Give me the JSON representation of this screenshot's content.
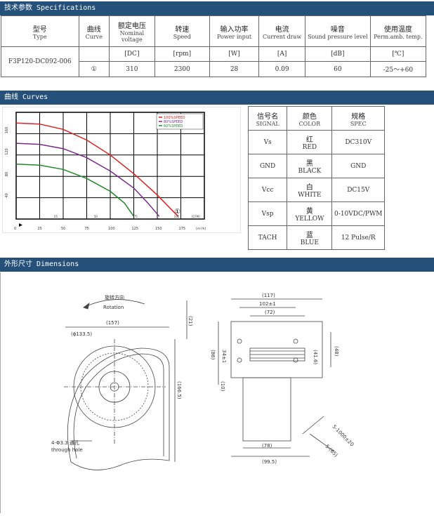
{
  "sections": {
    "specs_title": "技术参数 Specifications",
    "curves_title": "曲线 Curves",
    "dims_title": "外形尺寸 Dimensions"
  },
  "spec_table": {
    "headers": [
      {
        "cn": "型号",
        "en": "Type"
      },
      {
        "cn": "曲线",
        "en": "Curve"
      },
      {
        "cn": "额定电压",
        "en": "Nominal voltage"
      },
      {
        "cn": "转速",
        "en": "Speed"
      },
      {
        "cn": "输入功率",
        "en": "Power input"
      },
      {
        "cn": "电流",
        "en": "Current draw"
      },
      {
        "cn": "噪音",
        "en": "Sound pressure level"
      },
      {
        "cn": "使用温度",
        "en": "Perm.amb. temp."
      }
    ],
    "units": [
      "[DC]",
      "[rpm]",
      "[W]",
      "[A]",
      "[dB]",
      "[℃]"
    ],
    "row": {
      "model": "F3P120-DC092-006",
      "curve": "①",
      "voltage": "310",
      "speed": "2300",
      "power": "28",
      "current": "0.09",
      "noise": "60",
      "temp": "-25～+60"
    }
  },
  "signal_table": {
    "headers": [
      {
        "cn": "信号名",
        "en": "SIGNAL"
      },
      {
        "cn": "颜色",
        "en": "COLOR"
      },
      {
        "cn": "规格",
        "en": "SPEC"
      }
    ],
    "rows": [
      {
        "signal": "Vs",
        "color_cn": "红",
        "color_en": "RED",
        "spec": "DC310V"
      },
      {
        "signal": "GND",
        "color_cn": "黑",
        "color_en": "BLACK",
        "spec": "GND"
      },
      {
        "signal": "Vcc",
        "color_cn": "白",
        "color_en": "WHITE",
        "spec": "DC15V"
      },
      {
        "signal": "Vsp",
        "color_cn": "黄",
        "color_en": "YELLOW",
        "spec": "0-10VDC/PWM"
      },
      {
        "signal": "TACH",
        "color_cn": "蓝",
        "color_en": "BLUE",
        "spec": "12 Pulse/R"
      }
    ]
  },
  "chart_data": {
    "type": "line",
    "xlim": [
      0,
      200
    ],
    "ylim": [
      0,
      200
    ],
    "x_ticks": [
      "0",
      "25",
      "50",
      "75",
      "100",
      "125",
      "150",
      "175"
    ],
    "x_unit": "[m³/h]",
    "y_ticks": [
      "40",
      "80",
      "120",
      "160"
    ],
    "top_unit": "[CFM]",
    "top_ticks": [
      "25",
      "50",
      "75",
      "100"
    ],
    "grid": true,
    "legend": [
      "100%SPEED",
      "80%SPEED",
      "60%SPEED"
    ],
    "legend_placement": "top-right",
    "curve_marker": "①",
    "series": [
      {
        "name": "100%SPEED",
        "color": "#e02020",
        "points": [
          [
            0,
            180
          ],
          [
            25,
            178
          ],
          [
            50,
            168
          ],
          [
            75,
            148
          ],
          [
            100,
            120
          ],
          [
            125,
            85
          ],
          [
            150,
            45
          ],
          [
            172,
            5
          ]
        ]
      },
      {
        "name": "80%SPEED",
        "color": "#7b2a8c",
        "points": [
          [
            0,
            142
          ],
          [
            25,
            140
          ],
          [
            50,
            132
          ],
          [
            75,
            115
          ],
          [
            100,
            90
          ],
          [
            125,
            58
          ],
          [
            140,
            30
          ],
          [
            152,
            5
          ]
        ]
      },
      {
        "name": "60%SPEED",
        "color": "#1e8a28",
        "points": [
          [
            0,
            103
          ],
          [
            25,
            101
          ],
          [
            50,
            93
          ],
          [
            75,
            76
          ],
          [
            100,
            52
          ],
          [
            115,
            30
          ],
          [
            125,
            5
          ]
        ]
      }
    ]
  },
  "dimensions": {
    "rotation_cn": "旋转方向",
    "rotation_en": "Rotation",
    "d157": "(157)",
    "d133": "(ϕ133.5)",
    "d21": "(21)",
    "d166": "(166.5)",
    "holes_cn": "4-Φ3.3 通孔",
    "holes_en": "through hole",
    "d117": "(117)",
    "d102": "102±1",
    "d72": "(72)",
    "d86": "(86)",
    "d34": "34±1",
    "d41": "(41.6)",
    "d48": "(48)",
    "d10": "(10)",
    "d78": "(78)",
    "d99": "(99.5)",
    "d_lead": "5-1000±20",
    "d_lead2": "5-(65)"
  }
}
